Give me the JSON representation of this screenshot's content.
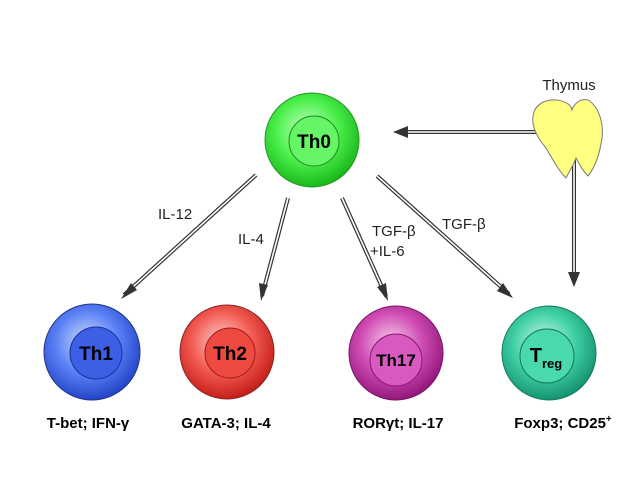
{
  "cells": {
    "th0": {
      "label": "Th0",
      "color": "#33ee33"
    },
    "th1": {
      "label": "Th1",
      "color": "#3f6df5",
      "markers": "T-bet; IFN-γ"
    },
    "th2": {
      "label": "Th2",
      "color": "#f0413a",
      "markers": "GATA-3; IL-4"
    },
    "th17": {
      "label": "Th17",
      "color": "#c832a8",
      "markers": "RORγt; IL-17"
    },
    "treg": {
      "label": "T",
      "label_sub": "reg",
      "color": "#2cc398",
      "markers": "Foxp3; CD25",
      "markers_sup": "+"
    }
  },
  "edges": {
    "th1": {
      "label": "IL-12"
    },
    "th2": {
      "label": "IL-4"
    },
    "th17": {
      "label_line1": "TGF-β",
      "label_line2": "+IL-6"
    },
    "treg": {
      "label": "TGF-β"
    }
  },
  "thymus": {
    "label": "Thymus",
    "color": "#ffff80"
  }
}
